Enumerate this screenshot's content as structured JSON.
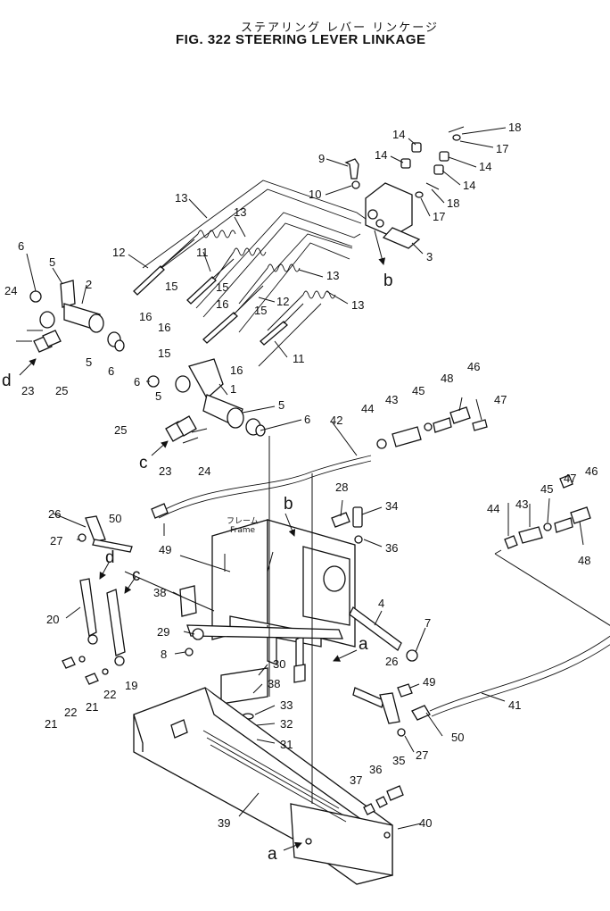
{
  "title": {
    "japanese": "ステアリング レバー リンケージ",
    "english": "FIG. 322 STEERING LEVER LINKAGE"
  },
  "frame_label": {
    "japanese": "フレーム",
    "english": "Frame"
  },
  "callouts": [
    {
      "id": "c18a",
      "text": "18"
    },
    {
      "id": "c17a",
      "text": "17"
    },
    {
      "id": "c14a",
      "text": "14"
    },
    {
      "id": "c14b",
      "text": "14"
    },
    {
      "id": "c14c",
      "text": "14"
    },
    {
      "id": "c14d",
      "text": "14"
    },
    {
      "id": "c9",
      "text": "9"
    },
    {
      "id": "c10",
      "text": "10"
    },
    {
      "id": "c18b",
      "text": "18"
    },
    {
      "id": "c17b",
      "text": "17"
    },
    {
      "id": "c3",
      "text": "3"
    },
    {
      "id": "c13a",
      "text": "13"
    },
    {
      "id": "c13b",
      "text": "13"
    },
    {
      "id": "c13c",
      "text": "13"
    },
    {
      "id": "c13d",
      "text": "13"
    },
    {
      "id": "c12a",
      "text": "12"
    },
    {
      "id": "c11a",
      "text": "11"
    },
    {
      "id": "c12b",
      "text": "12"
    },
    {
      "id": "c11b",
      "text": "11"
    },
    {
      "id": "c6a",
      "text": "6"
    },
    {
      "id": "c5a",
      "text": "5"
    },
    {
      "id": "c2",
      "text": "2"
    },
    {
      "id": "c15a",
      "text": "15"
    },
    {
      "id": "c16a",
      "text": "16"
    },
    {
      "id": "c15b",
      "text": "15"
    },
    {
      "id": "c16b",
      "text": "16"
    },
    {
      "id": "c16c",
      "text": "16"
    },
    {
      "id": "c15c",
      "text": "15"
    },
    {
      "id": "c15d",
      "text": "15"
    },
    {
      "id": "c16d",
      "text": "16"
    },
    {
      "id": "c24a",
      "text": "24"
    },
    {
      "id": "c5b",
      "text": "5"
    },
    {
      "id": "c6b",
      "text": "6"
    },
    {
      "id": "c23a",
      "text": "23"
    },
    {
      "id": "c25a",
      "text": "25"
    },
    {
      "id": "c6c",
      "text": "6"
    },
    {
      "id": "c5c",
      "text": "5"
    },
    {
      "id": "c1",
      "text": "1"
    },
    {
      "id": "c5d",
      "text": "5"
    },
    {
      "id": "c6d",
      "text": "6"
    },
    {
      "id": "c25b",
      "text": "25"
    },
    {
      "id": "c23b",
      "text": "23"
    },
    {
      "id": "c24b",
      "text": "24"
    },
    {
      "id": "c42",
      "text": "42"
    },
    {
      "id": "c44a",
      "text": "44"
    },
    {
      "id": "c43a",
      "text": "43"
    },
    {
      "id": "c45a",
      "text": "45"
    },
    {
      "id": "c48a",
      "text": "48"
    },
    {
      "id": "c46a",
      "text": "46"
    },
    {
      "id": "c47a",
      "text": "47"
    },
    {
      "id": "c26a",
      "text": "26"
    },
    {
      "id": "c50a",
      "text": "50"
    },
    {
      "id": "c27a",
      "text": "27"
    },
    {
      "id": "c49a",
      "text": "49"
    },
    {
      "id": "c28",
      "text": "28"
    },
    {
      "id": "c34",
      "text": "34"
    },
    {
      "id": "c36a",
      "text": "36"
    },
    {
      "id": "c44b",
      "text": "44"
    },
    {
      "id": "c43b",
      "text": "43"
    },
    {
      "id": "c45b",
      "text": "45"
    },
    {
      "id": "c47b",
      "text": "47"
    },
    {
      "id": "c46b",
      "text": "46"
    },
    {
      "id": "c48b",
      "text": "48"
    },
    {
      "id": "c38a",
      "text": "38"
    },
    {
      "id": "c20",
      "text": "20"
    },
    {
      "id": "c29",
      "text": "29"
    },
    {
      "id": "c8",
      "text": "8"
    },
    {
      "id": "c4",
      "text": "4"
    },
    {
      "id": "c7",
      "text": "7"
    },
    {
      "id": "c30",
      "text": "30"
    },
    {
      "id": "c38b",
      "text": "38"
    },
    {
      "id": "c26b",
      "text": "26"
    },
    {
      "id": "c49b",
      "text": "49"
    },
    {
      "id": "c41",
      "text": "41"
    },
    {
      "id": "c21a",
      "text": "21"
    },
    {
      "id": "c22a",
      "text": "22"
    },
    {
      "id": "c21b",
      "text": "21"
    },
    {
      "id": "c22b",
      "text": "22"
    },
    {
      "id": "c19",
      "text": "19"
    },
    {
      "id": "c33",
      "text": "33"
    },
    {
      "id": "c32",
      "text": "32"
    },
    {
      "id": "c31",
      "text": "31"
    },
    {
      "id": "c50b",
      "text": "50"
    },
    {
      "id": "c27b",
      "text": "27"
    },
    {
      "id": "c35",
      "text": "35"
    },
    {
      "id": "c36b",
      "text": "36"
    },
    {
      "id": "c37",
      "text": "37"
    },
    {
      "id": "c40",
      "text": "40"
    },
    {
      "id": "c39",
      "text": "39"
    }
  ],
  "letters": [
    {
      "id": "la_b1",
      "text": "b"
    },
    {
      "id": "la_d1",
      "text": "d"
    },
    {
      "id": "la_c1",
      "text": "c"
    },
    {
      "id": "la_b2",
      "text": "b"
    },
    {
      "id": "la_d2",
      "text": "d"
    },
    {
      "id": "la_c2",
      "text": "c"
    },
    {
      "id": "la_a1",
      "text": "a"
    },
    {
      "id": "la_a2",
      "text": "a"
    }
  ]
}
